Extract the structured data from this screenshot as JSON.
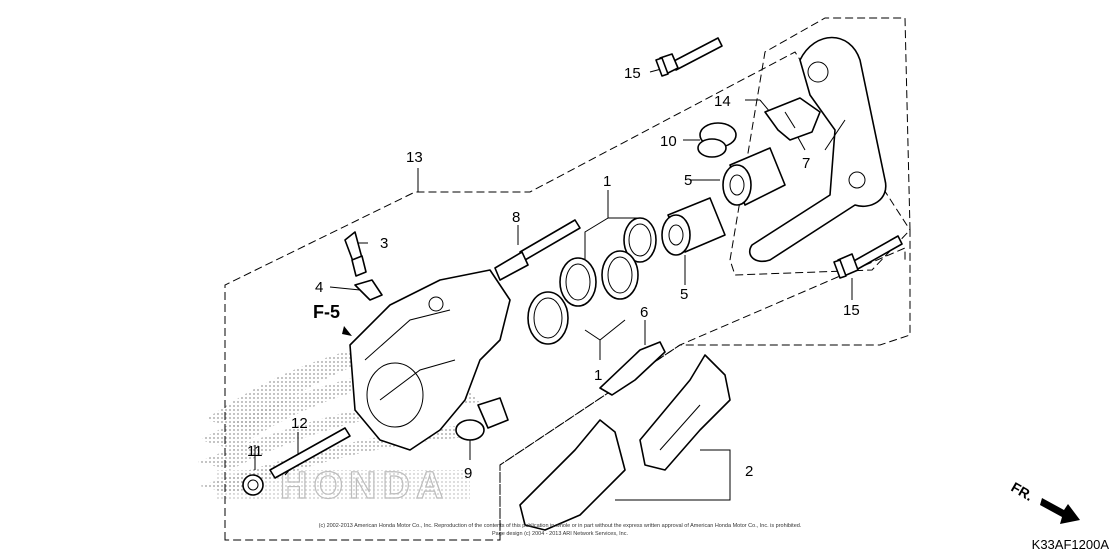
{
  "diagram": {
    "callouts": [
      {
        "id": "c1a",
        "text": "1"
      },
      {
        "id": "c1b",
        "text": "1"
      },
      {
        "id": "c2",
        "text": "2"
      },
      {
        "id": "c3",
        "text": "3"
      },
      {
        "id": "c4",
        "text": "4"
      },
      {
        "id": "c5a",
        "text": "5"
      },
      {
        "id": "c5b",
        "text": "5"
      },
      {
        "id": "c6",
        "text": "6"
      },
      {
        "id": "c7",
        "text": "7"
      },
      {
        "id": "c8",
        "text": "8"
      },
      {
        "id": "c9",
        "text": "9"
      },
      {
        "id": "c10",
        "text": "10"
      },
      {
        "id": "c11",
        "text": "11"
      },
      {
        "id": "c12",
        "text": "12"
      },
      {
        "id": "c13",
        "text": "13"
      },
      {
        "id": "c14",
        "text": "14"
      },
      {
        "id": "c15a",
        "text": "15"
      },
      {
        "id": "c15b",
        "text": "15"
      }
    ],
    "reference": "F-5",
    "direction": "FR.",
    "part_code": "K33AF1200A",
    "copyright_line1": "(c) 2002-2013 American Honda Motor Co., Inc. Reproduction of the contents of this publication in whole or in part without the express written approval of American Honda Motor Co., Inc. is prohibited.",
    "copyright_line2": "Page design (c) 2004 - 2013 ARI Network Services, Inc.",
    "watermark": "HONDA"
  }
}
